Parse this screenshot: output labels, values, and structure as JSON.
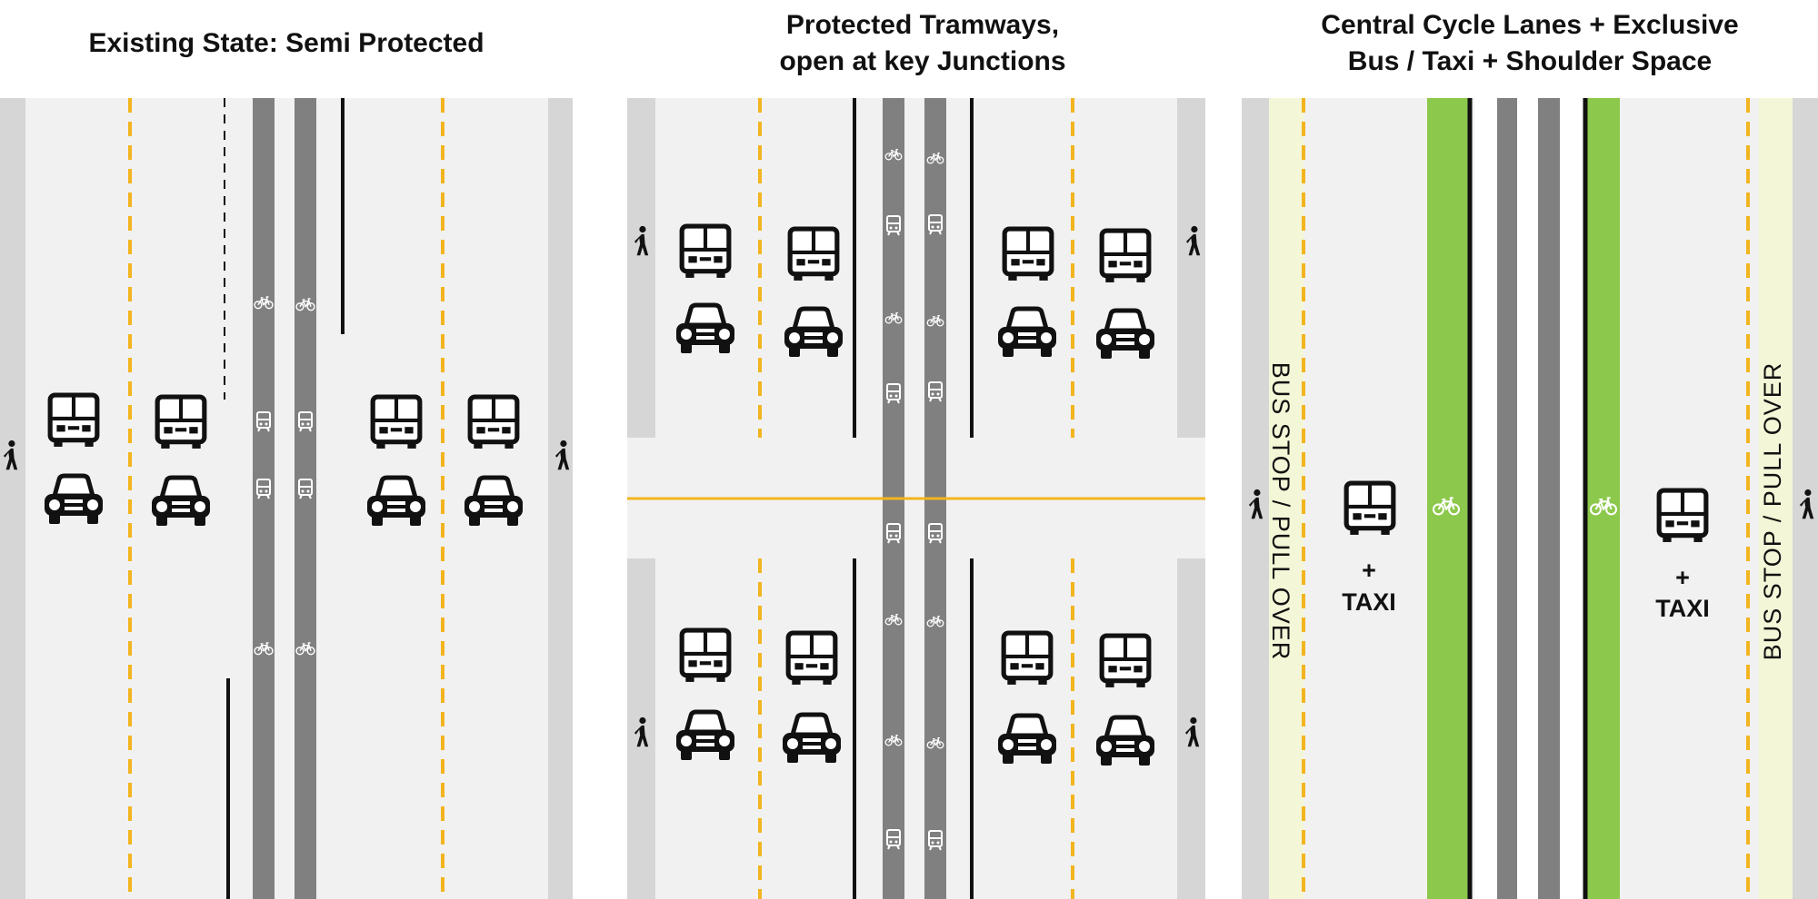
{
  "titles": {
    "existing": "Existing State: Semi Protected",
    "tramways": "Protected Tramways,\nopen at key Junctions",
    "central": "Central Cycle Lanes + Exclusive\nBus / Taxi + Shoulder Space"
  },
  "labels": {
    "bus_stop": "BUS STOP / PULL OVER",
    "plus": "+",
    "taxi": "TAXI"
  },
  "colors": {
    "road": "#f1f1f1",
    "sidewalk": "#d6d6d6",
    "tram_track": "#808080",
    "lane_marking": "#f2b51f",
    "cycle_lane": "#8cc84b",
    "bus_stop_shoulder": "#f4f7d7",
    "solid_line": "#111111"
  },
  "icons": [
    "pedestrian-icon",
    "bus-icon",
    "car-icon",
    "bicycle-icon",
    "tram-icon"
  ]
}
